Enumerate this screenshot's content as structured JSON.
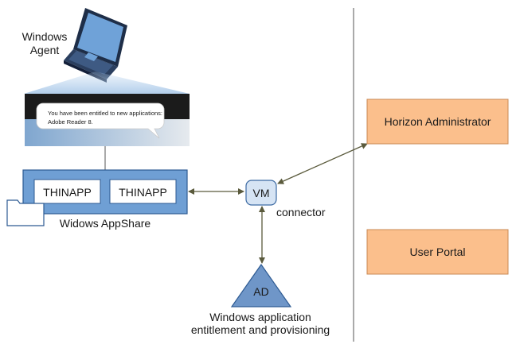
{
  "laptop": {
    "label_line1": "Windows",
    "label_line2": "Agent"
  },
  "notification": {
    "line1": "You have been entitled to new applications:",
    "line2": "Adobe Reader 8."
  },
  "appshare": {
    "label": "Widows AppShare",
    "app1_label": "THINAPP",
    "app2_label": "THINAPP"
  },
  "vm": {
    "label": "VM",
    "caption": "connector"
  },
  "ad": {
    "label": "AD",
    "caption_line1": "Windows application",
    "caption_line2": "entitlement and provisioning"
  },
  "horizon_admin": {
    "label": "Horizon Administrator"
  },
  "user_portal": {
    "label": "User Portal"
  },
  "colors": {
    "orange_box": "#fbbf8c",
    "blue_box": "#6f9fd4",
    "vm_fill": "#d6e4f4",
    "ad_fill": "#6f96c8",
    "arrow": "#5a5a3c"
  }
}
